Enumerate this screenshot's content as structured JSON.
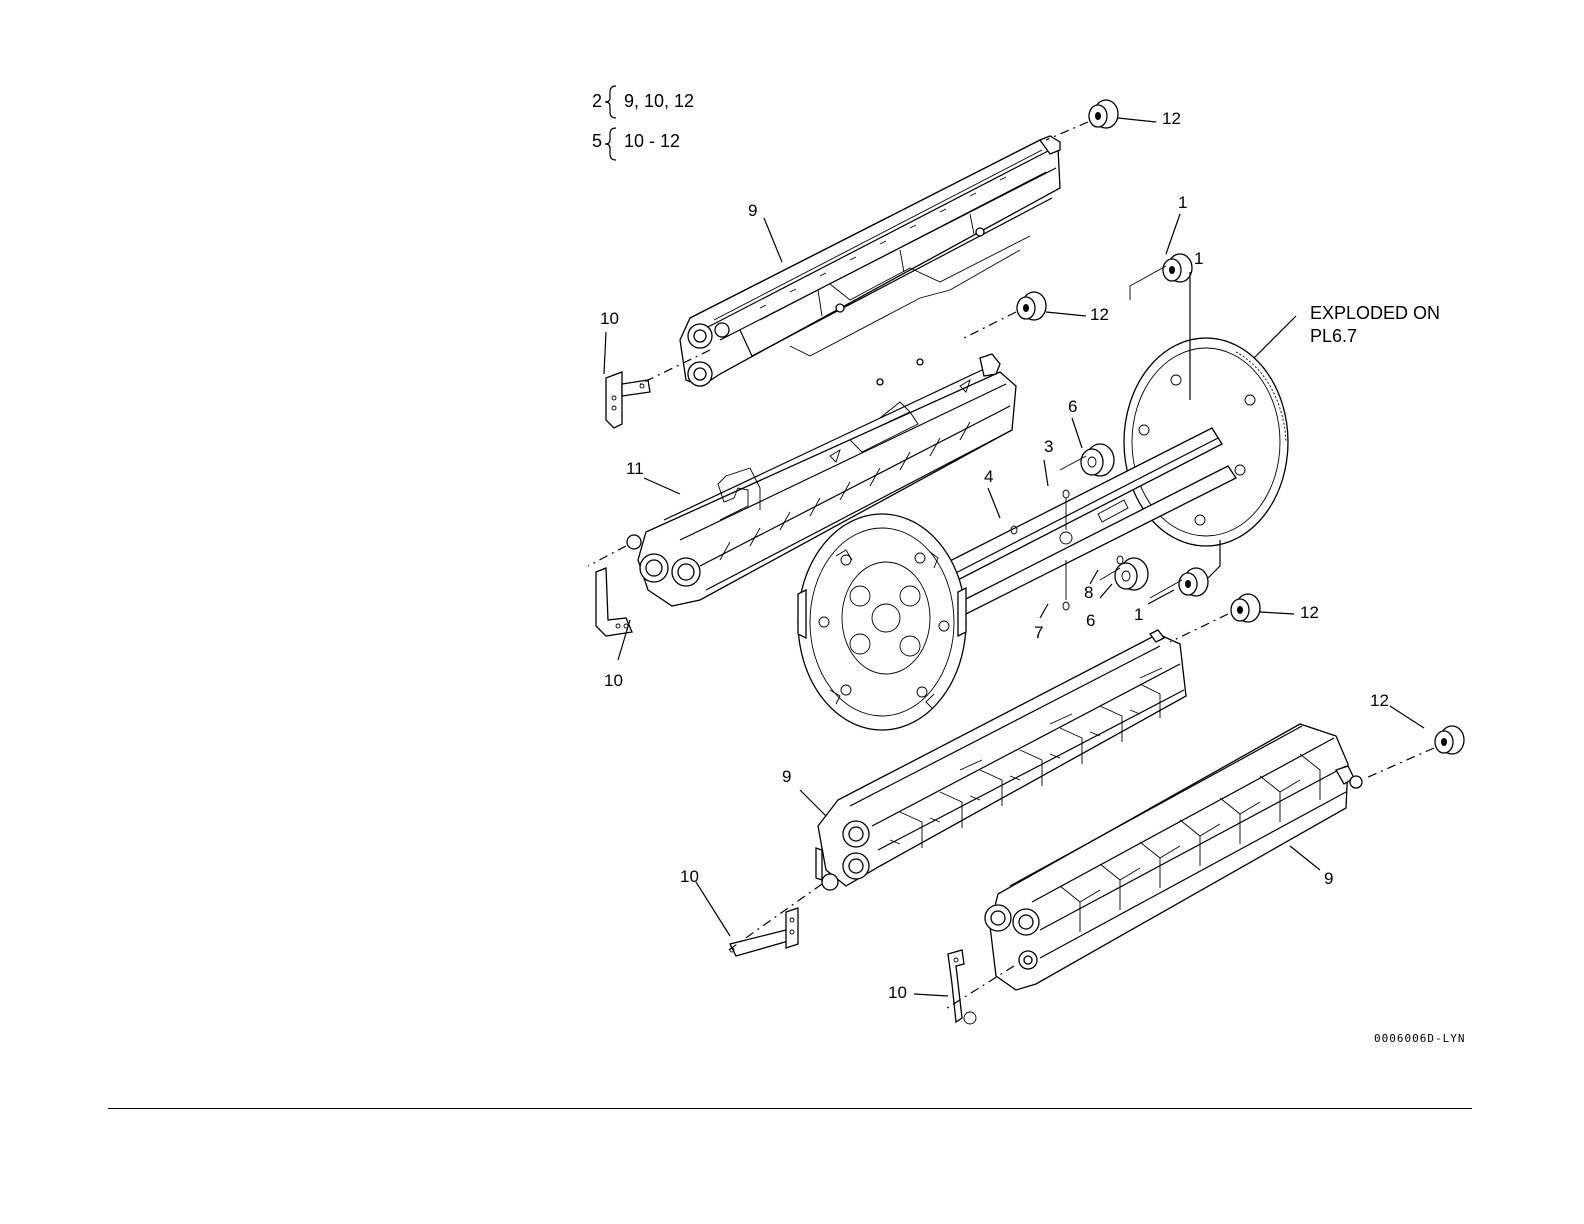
{
  "legend": {
    "row1_qty": "2",
    "row1_items": "9, 10, 12",
    "row2_qty": "5",
    "row2_items": "10 - 12"
  },
  "callouts": {
    "c1_top": "1",
    "c1_upper": "1",
    "c1_lower": "1",
    "c3": "3",
    "c4": "4",
    "c6_upper": "6",
    "c6_lower": "6",
    "c7": "7",
    "c8": "8",
    "c9_top": "9",
    "c9_mid": "9",
    "c9_bottom": "9",
    "c10_a": "10",
    "c10_b": "10",
    "c10_c": "10",
    "c10_d": "10",
    "c11": "11",
    "c12_a": "12",
    "c12_b": "12",
    "c12_c": "12",
    "c12_d": "12"
  },
  "note": {
    "line1": "EXPLODED ON",
    "line2": "PL6.7"
  },
  "figure_code": "0006006D-LYN"
}
